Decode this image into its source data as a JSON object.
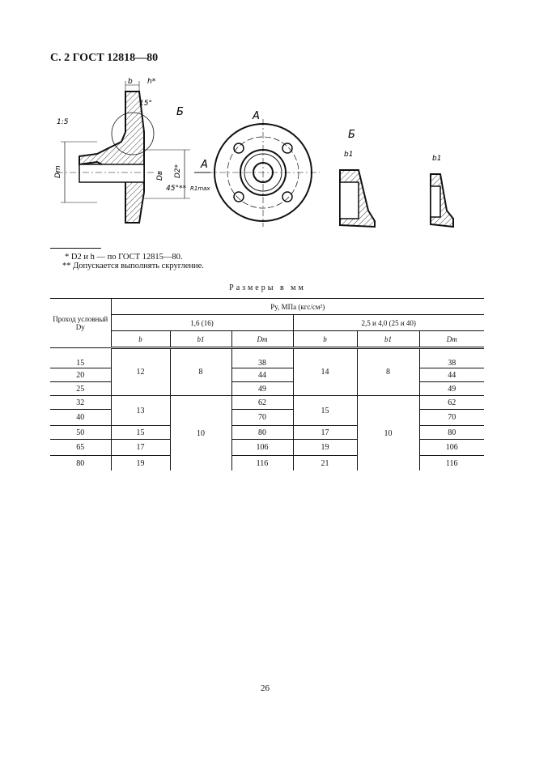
{
  "header": {
    "title": "С. 2 ГОСТ 12818—80"
  },
  "drawing": {
    "labels": {
      "b": "b",
      "h": "h*",
      "angle15": "15°",
      "viewB": "Б",
      "taper": "1:5",
      "Dm": "Dm",
      "Dv": "Dв",
      "D2": "D2*",
      "angle45": "45°**",
      "viewA": "А",
      "viewA_arrow": "А",
      "radius": "R1max",
      "viewB_title": "Б",
      "b1": "b1",
      "b1_2": "b1"
    }
  },
  "footnotes": [
    "* D2 и h — по ГОСТ 12815—80.",
    "** Допускается выполнять скругление."
  ],
  "table": {
    "caption": "Размеры в мм",
    "header_row_label": "Проход условный Dy",
    "pressure_header": "Py, МПа (кгс/см²)",
    "groups": [
      "1,6 (16)",
      "2,5 и 4,0 (25 и 40)"
    ],
    "columns": [
      "b",
      "b1",
      "Dm",
      "b",
      "b1",
      "Dm"
    ],
    "dy": [
      "15",
      "20",
      "25",
      "32",
      "40",
      "50",
      "65",
      "80"
    ],
    "g1_b": [
      "12",
      "13",
      "15",
      "17",
      "19"
    ],
    "g1_b1": [
      "8",
      "10"
    ],
    "g1_dm": [
      "38",
      "44",
      "49",
      "62",
      "70",
      "80",
      "106",
      "116"
    ],
    "g2_b": [
      "14",
      "15",
      "17",
      "19",
      "21"
    ],
    "g2_b1": [
      "8",
      "10"
    ],
    "g2_dm": [
      "38",
      "44",
      "49",
      "62",
      "70",
      "80",
      "106",
      "116"
    ]
  },
  "page_number": "26"
}
